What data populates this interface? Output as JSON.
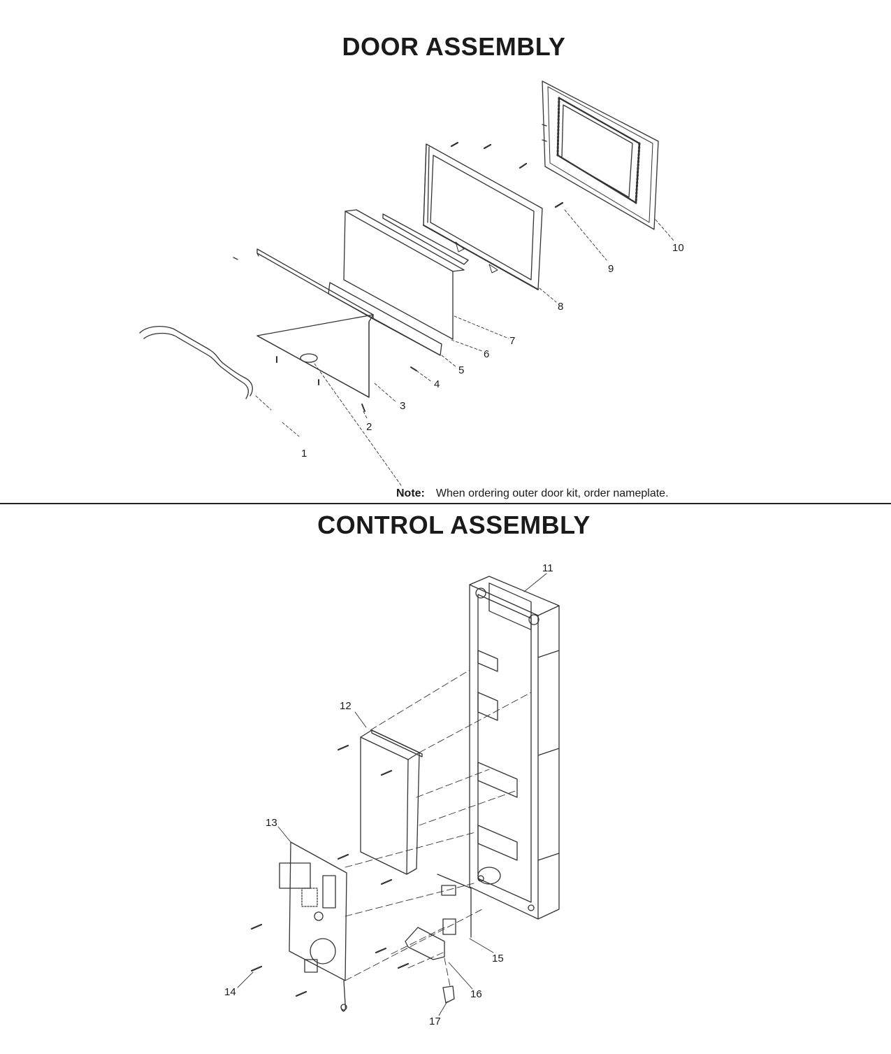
{
  "door_section": {
    "title": "DOOR ASSEMBLY",
    "note_label": "Note:",
    "note_text": "When ordering outer door kit, order nameplate.",
    "callouts": [
      "1",
      "2",
      "3",
      "4",
      "5",
      "6",
      "7",
      "8",
      "9",
      "10"
    ]
  },
  "control_section": {
    "title": "CONTROL ASSEMBLY",
    "callouts": [
      "11",
      "12",
      "13",
      "14",
      "15",
      "16",
      "17"
    ]
  }
}
